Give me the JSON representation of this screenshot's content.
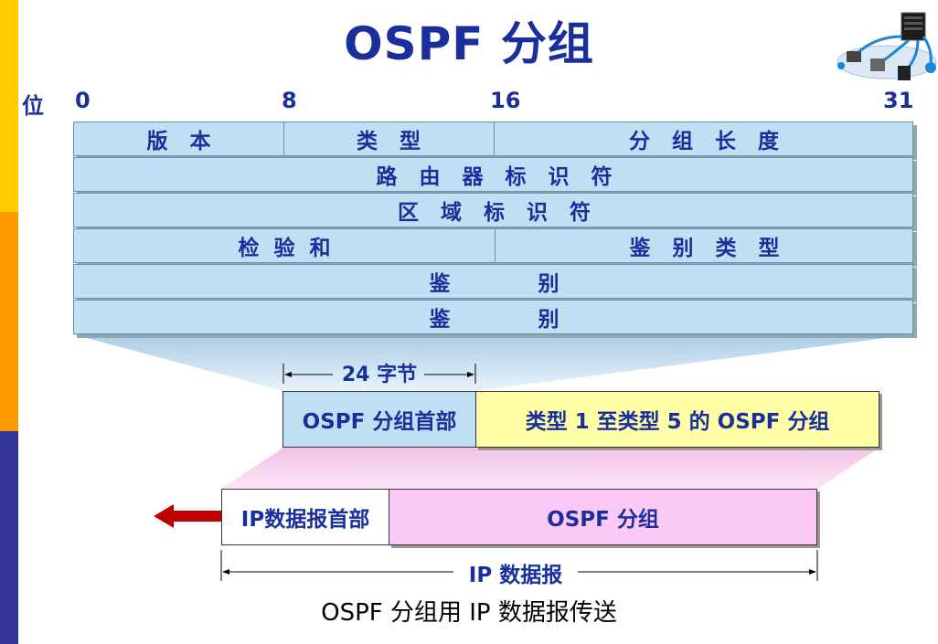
{
  "title": "OSPF 分组",
  "bit_axis": {
    "label": "位",
    "ticks": [
      "0",
      "8",
      "16",
      "31"
    ]
  },
  "header_rows": [
    {
      "cells": [
        "版   本",
        "类   型",
        "分   组   长   度"
      ]
    },
    {
      "cells": [
        "路   由   器   标   识   符"
      ]
    },
    {
      "cells": [
        "区   域   标   识   符"
      ]
    },
    {
      "cells": [
        "检  验  和",
        "鉴   别   类   型"
      ]
    },
    {
      "cells": [
        "鉴            别"
      ]
    },
    {
      "cells": [
        "鉴            别"
      ]
    }
  ],
  "dimension_24": "24 字节",
  "ospf_packet": {
    "header": "OSPF 分组首部",
    "body": "类型 1 至类型 5 的 OSPF 分组"
  },
  "ip_datagram": {
    "header": "IP数据报首部",
    "body": "OSPF 分组",
    "dimension": "IP 数据报"
  },
  "caption": "OSPF  分组用 IP 数据报传送",
  "colors": {
    "title": "#1a2e9c",
    "row_fill": "#bfe0f2",
    "ospf_body_fill": "#ffffa8",
    "ip_body_fill": "#fcc8f5",
    "arrow": "#c00000",
    "sidebar": [
      "#ffcc00",
      "#ff9900",
      "#333399"
    ]
  },
  "icons": [
    "network-diagram-icon",
    "red-left-arrow-icon"
  ]
}
